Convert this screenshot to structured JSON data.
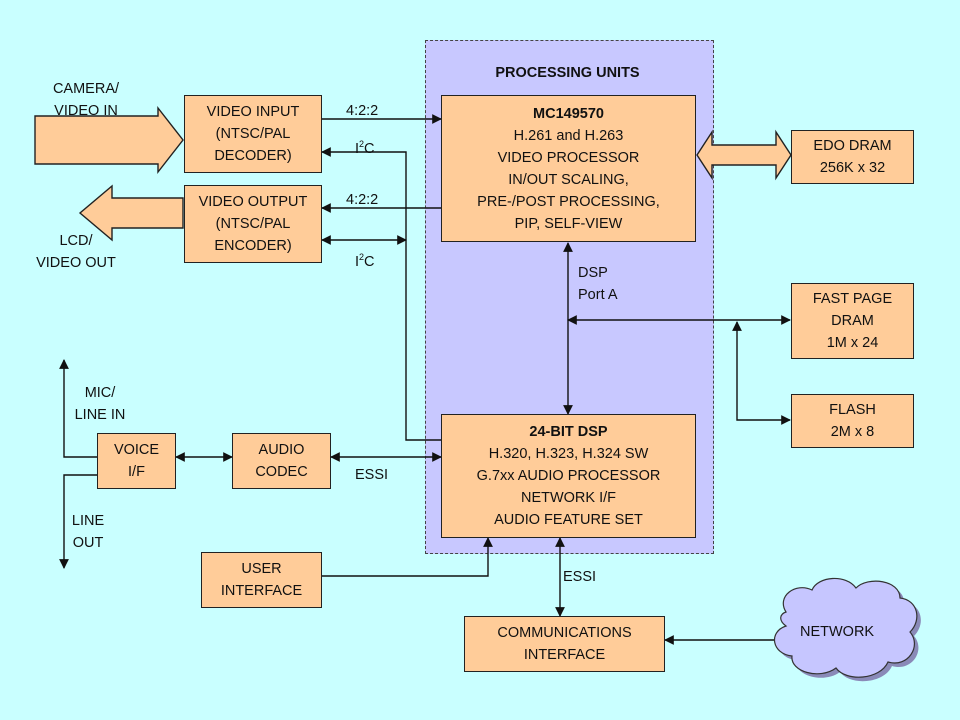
{
  "region": {
    "title": "PROCESSING UNITS"
  },
  "blocks": {
    "mc149570": {
      "title": "MC149570",
      "lines": [
        "H.261 and H.263",
        "VIDEO PROCESSOR",
        "IN/OUT SCALING,",
        "PRE-/POST PROCESSING,",
        "PIP, SELF-VIEW"
      ]
    },
    "dsp24": {
      "title": "24-BIT DSP",
      "lines": [
        "H.320, H.323, H.324 SW",
        "G.7xx AUDIO PROCESSOR",
        "NETWORK I/F",
        "AUDIO FEATURE SET"
      ]
    },
    "video_input": [
      "VIDEO INPUT",
      "(NTSC/PAL",
      "DECODER)"
    ],
    "video_output": [
      "VIDEO OUTPUT",
      "(NTSC/PAL",
      "ENCODER)"
    ],
    "voice_if": [
      "VOICE",
      "I/F"
    ],
    "audio_codec": [
      "AUDIO",
      "CODEC"
    ],
    "user_interface": [
      "USER",
      "INTERFACE"
    ],
    "comm_interface": [
      "COMMUNICATIONS",
      "INTERFACE"
    ],
    "edo_dram": [
      "EDO DRAM",
      "256K x 32"
    ],
    "fast_page_dram": [
      "FAST PAGE",
      "DRAM",
      "1M x 24"
    ],
    "flash": [
      "FLASH",
      "2M x 8"
    ],
    "network": "NETWORK"
  },
  "labels": {
    "camera": [
      "CAMERA/",
      "VIDEO IN"
    ],
    "lcd": [
      "LCD/",
      "VIDEO OUT"
    ],
    "mic": [
      "MIC/",
      "LINE IN"
    ],
    "line_out": [
      "LINE",
      "OUT"
    ],
    "bus_422_top": "4:2:2",
    "bus_422_bottom": "4:2:2",
    "i2c_top_main": "I",
    "i2c_top_sup": "2",
    "i2c_top_tail": "C",
    "i2c_bottom_main": "I",
    "i2c_bottom_sup": "2",
    "i2c_bottom_tail": "C",
    "dsp_port": [
      "DSP",
      "Port A"
    ],
    "essi_audio": "ESSI",
    "essi_comm": "ESSI"
  },
  "colors": {
    "background": "#c9ffff",
    "region": "#c8c8ff",
    "block": "#ffcc99",
    "network": "#c6c6ff"
  }
}
